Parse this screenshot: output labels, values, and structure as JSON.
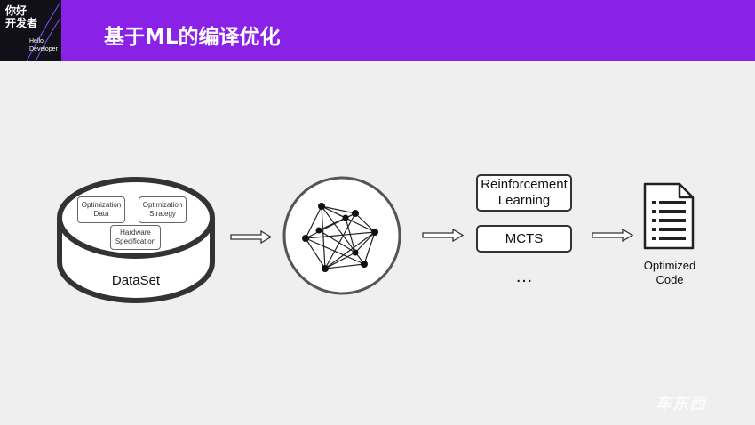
{
  "header": {
    "title": "基于ML的编译优化",
    "logo": {
      "cn_line1": "你好",
      "cn_line2": "开发者",
      "en_line1": "Hello",
      "en_line2": "Developer"
    }
  },
  "dataset": {
    "label": "DataSet",
    "items": [
      "Optimization Data",
      "Optimization Strategy",
      "Hardware Specification"
    ]
  },
  "methods": {
    "items": [
      "Reinforcement Learning",
      "MCTS"
    ],
    "ellipsis": "…"
  },
  "output": {
    "label_line1": "Optimized",
    "label_line2": "Code"
  },
  "watermark": "车东西",
  "colors": {
    "header": "#8a21e6",
    "stroke": "#333333",
    "background": "#efefef"
  }
}
